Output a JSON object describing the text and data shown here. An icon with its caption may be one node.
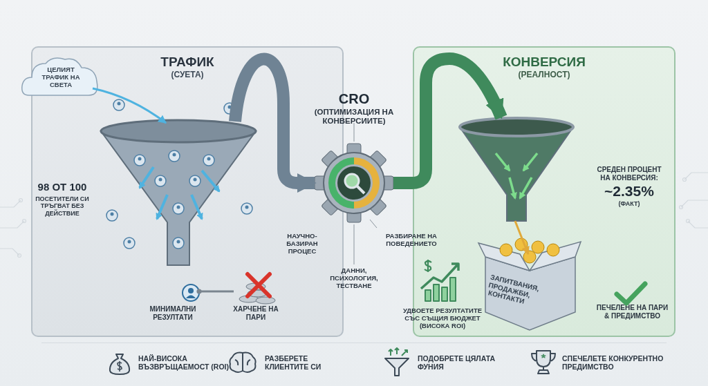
{
  "diagram": {
    "nodes": [
      {
        "text": [
          "ТРАФИК",
          "(СУЕТА)"
        ]
      },
      {
        "text": [
          "ЦЕЛИЯТ ТРАФИК НА СВЕТА"
        ]
      },
      {
        "text": [],
        "shape": "picture",
        "in": 0,
        "beside": [
          "98 ОТ 100",
          "ПОСЕТИТЕЛИ СИ ТРЪГВАТ БЕЗ ДЕЙСТВИЕ"
        ]
      },
      {
        "text": [],
        "shape": "picture",
        "in": 0,
        "beside": [
          "МИНИМАЛНИ РЕЗУЛТАТИ"
        ]
      },
      {
        "text": [],
        "shape": "picture",
        "in": 0,
        "beside": [
          "ХАРЧЕНЕ НА ПАРИ"
        ]
      },
      {
        "text": [],
        "shape": "picture",
        "beside": [
          "CRO",
          "(ОПТИМИЗАЦИЯ НА КОНВЕРСИИТЕ)",
          "НАУЧНО-БАЗИРАН ПРОЦЕС",
          "РАЗБИРАНЕ НА ПОВЕДЕНИЕТО",
          "ДАННИ, ПСИХОЛОГИЯ, ТЕСТВАНЕ"
        ]
      },
      {
        "text": [
          "КОНВЕРСИЯ",
          "(РЕАЛНОСТ)"
        ]
      },
      {
        "text": [],
        "shape": "picture",
        "in": 6,
        "beside": [
          "СРЕДЕН ПРОЦЕНТ НА КОНВЕРСИЯ:",
          "~2.35%",
          "(ФАКТ)"
        ]
      },
      {
        "text": [
          "ЗАПИТВАНИЯ, ПРОДАЖБИ, КОНТАКТИ"
        ],
        "in": 6
      }
    ],
    "edges": [
      {
        "from": 1,
        "to": 2,
        "arrow": "to",
        "color": "#4fb3e0"
      },
      {
        "from": 2,
        "to": 5,
        "arrow": "to",
        "style": "thick",
        "color": "#6f8394"
      },
      {
        "from": 5,
        "to": 7,
        "arrow": "to",
        "style": "thick",
        "color": "#3f8a5c"
      },
      {
        "from": 7,
        "to": 8,
        "arrow": "to",
        "color": "#e0a93a"
      },
      {
        "from": 4,
        "to": 3,
        "arrow": "other",
        "color": "#7a858f"
      }
    ],
    "labels": [
      "УДВОЕТЕ РЕЗУЛТАТИТЕ СЪС СЪЩИЯ БЮДЖЕТ (ВИСОКА ROI)",
      "ПЕЧЕЛЕНЕ НА ПАРИ & ПРЕДИМСТВО",
      "НАЙ-ВИСОКА ВЪЗВРЪЩАЕМОСТ (ROI)",
      "РАЗБЕРЕТЕ КЛИЕНТИТЕ СИ",
      "ПОДОБРЕТЕ ЦЯЛАТА ФУНИЯ",
      "СПЕЧЕЛЕТЕ КОНКУРЕНТНО ПРЕДИМСТВО"
    ]
  }
}
